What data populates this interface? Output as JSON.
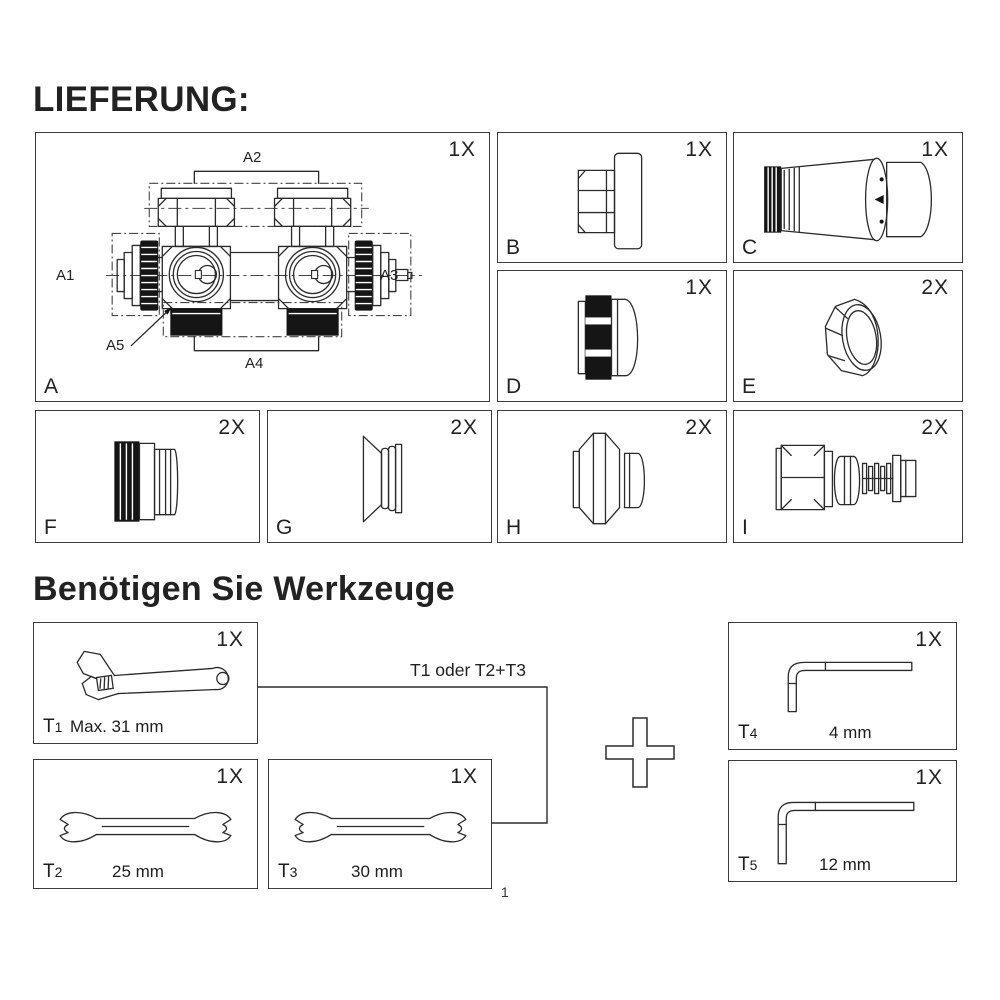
{
  "page": {
    "number": "1",
    "background": "#ffffff",
    "line_color": "#2b2b2b"
  },
  "delivery": {
    "title": "LIEFERUNG:",
    "parts": [
      {
        "label": "A",
        "qty": "1X",
        "drawing": "valve-manifold",
        "callouts": [
          "A1",
          "A2",
          "A3",
          "A4",
          "A5"
        ]
      },
      {
        "label": "B",
        "qty": "1X",
        "drawing": "hex-plug"
      },
      {
        "label": "C",
        "qty": "1X",
        "drawing": "thermostat-head"
      },
      {
        "label": "D",
        "qty": "1X",
        "drawing": "cap-fitting"
      },
      {
        "label": "E",
        "qty": "2X",
        "drawing": "union-nut"
      },
      {
        "label": "F",
        "qty": "2X",
        "drawing": "threaded-adapter"
      },
      {
        "label": "G",
        "qty": "2X",
        "drawing": "reducer-insert"
      },
      {
        "label": "H",
        "qty": "2X",
        "drawing": "compression-fitting"
      },
      {
        "label": "I",
        "qty": "2X",
        "drawing": "pipe-connector"
      }
    ]
  },
  "tools": {
    "title": "Benötigen Sie Werkzeuge",
    "note": "T1 oder T2+T3",
    "items": [
      {
        "id_main": "T",
        "id_sub": "1",
        "spec": "Max. 31 mm",
        "qty": "1X",
        "drawing": "adjustable-wrench"
      },
      {
        "id_main": "T",
        "id_sub": "2",
        "spec": "25 mm",
        "qty": "1X",
        "drawing": "open-end-wrench"
      },
      {
        "id_main": "T",
        "id_sub": "3",
        "spec": "30 mm",
        "qty": "1X",
        "drawing": "open-end-wrench"
      },
      {
        "id_main": "T",
        "id_sub": "4",
        "spec": "4 mm",
        "qty": "1X",
        "drawing": "allen-key"
      },
      {
        "id_main": "T",
        "id_sub": "5",
        "spec": "12 mm",
        "qty": "1X",
        "drawing": "allen-key"
      }
    ]
  }
}
